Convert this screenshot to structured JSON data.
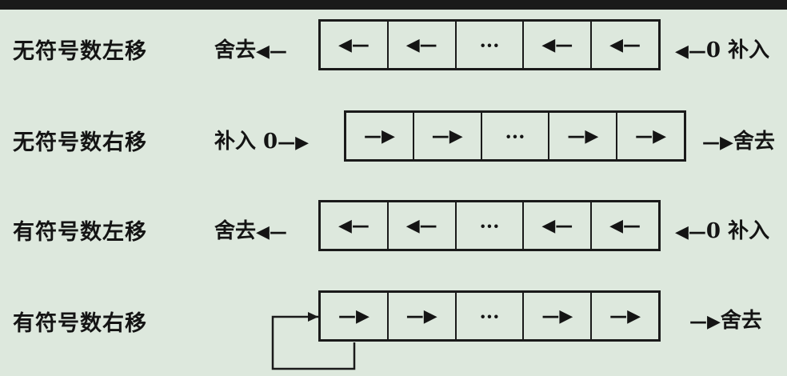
{
  "rows": [
    {
      "label": "无符号数左移",
      "left_text": "舍去",
      "left_arrow": "◀—",
      "cells": [
        "◀—",
        "◀—",
        "···",
        "◀—",
        "◀—"
      ],
      "right_arrow": "◀—",
      "right_text": "0 补入"
    },
    {
      "label": "无符号数右移",
      "left_text": "补入 0",
      "left_arrow": "—▶",
      "cells": [
        "—▶",
        "—▶",
        "···",
        "—▶",
        "—▶"
      ],
      "right_arrow": "—▶",
      "right_text": "舍去"
    },
    {
      "label": "有符号数左移",
      "left_text": "舍去",
      "left_arrow": "◀—",
      "cells": [
        "◀—",
        "◀—",
        "···",
        "◀—",
        "◀—"
      ],
      "right_arrow": "◀—",
      "right_text": "0 补入"
    },
    {
      "label": "有符号数右移",
      "cells": [
        "—▶",
        "—▶",
        "···",
        "—▶",
        "—▶"
      ],
      "right_arrow": "—▶",
      "right_text": "舍去"
    }
  ]
}
